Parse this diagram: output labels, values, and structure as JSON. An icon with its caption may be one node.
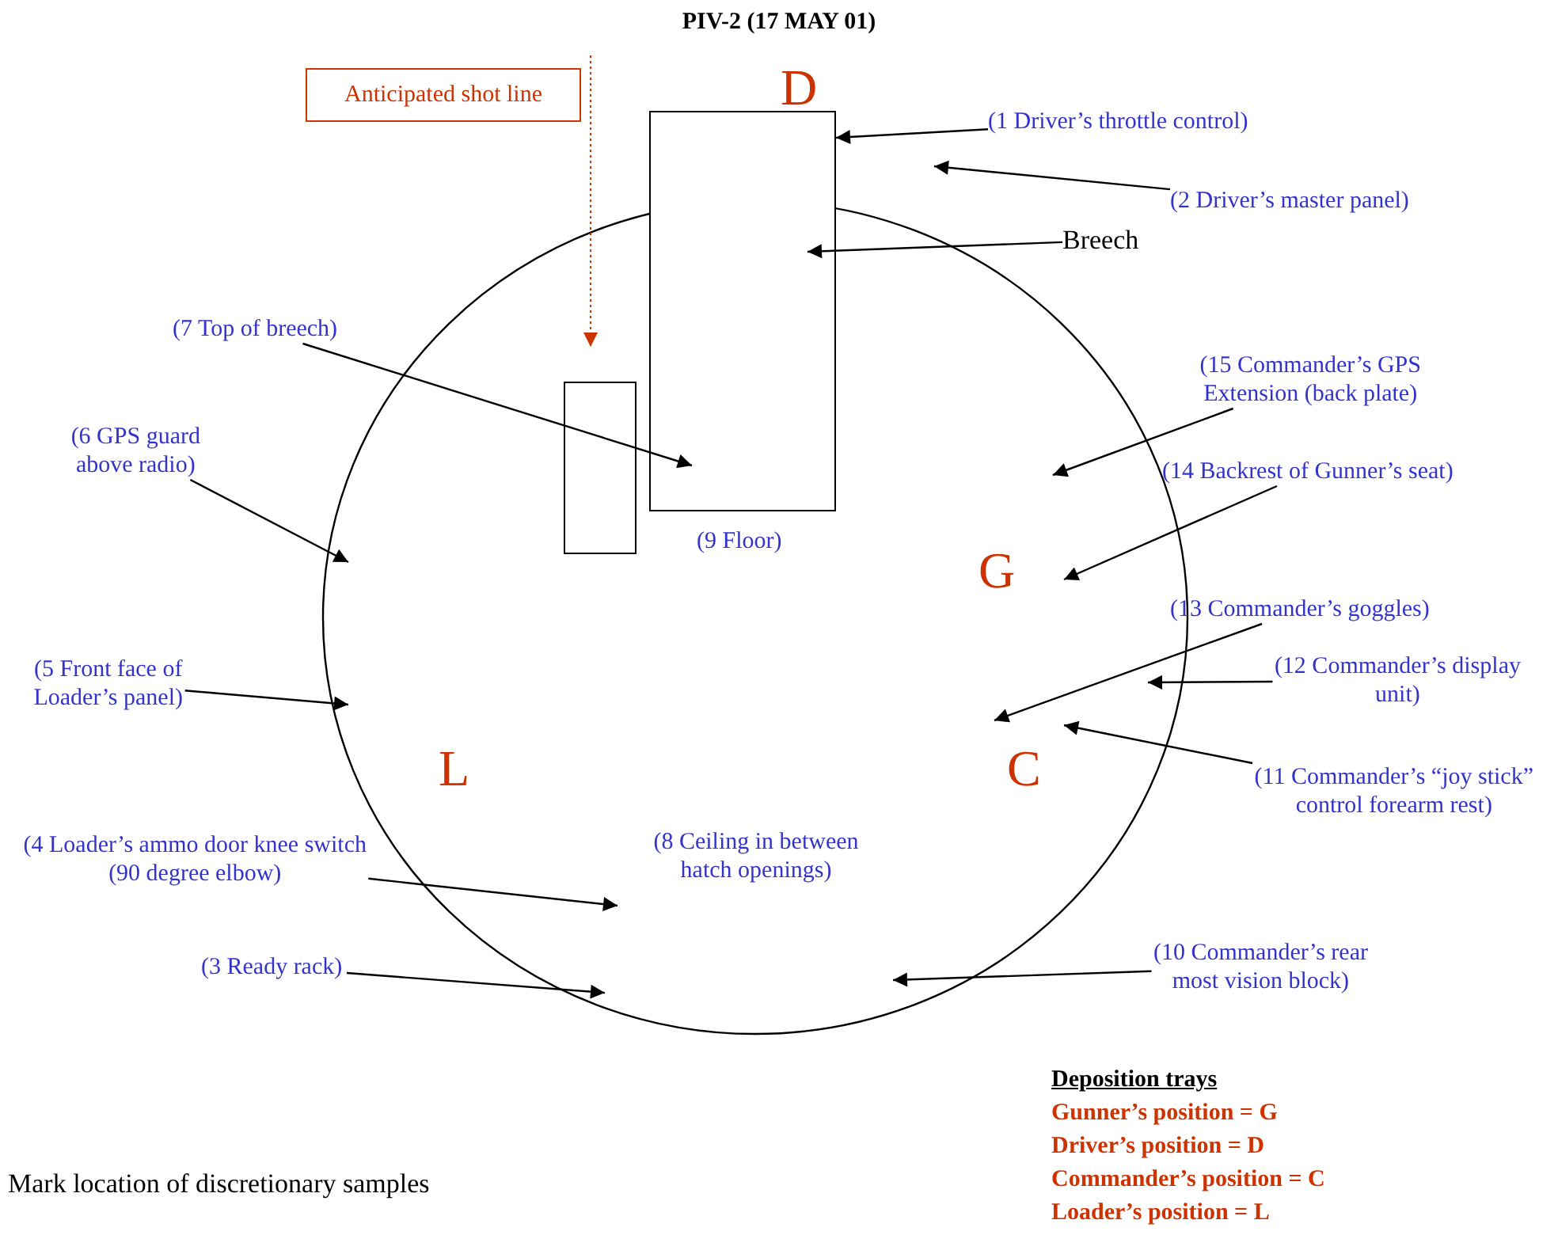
{
  "diagram": {
    "title": "PIV-2 (17 MAY 01)",
    "nodes": [
      {
        "text": [
          "Anticipated shot line"
        ]
      },
      {
        "text": [],
        "shape": "circle"
      },
      {
        "text": [],
        "shape": "box",
        "in": 1
      },
      {
        "text": [],
        "shape": "box"
      },
      {
        "text": [
          "(1 Driver’s throttle control)"
        ]
      },
      {
        "text": [
          "(2 Driver’s master panel)"
        ]
      },
      {
        "text": [
          "Breech"
        ]
      },
      {
        "text": [
          "(7 Top of breech)"
        ]
      },
      {
        "text": [
          "(15 Commander’s GPS Extension (back plate)"
        ]
      },
      {
        "text": [
          "(6 GPS guard above radio)"
        ]
      },
      {
        "text": [
          "(14 Backrest of Gunner’s seat)"
        ]
      },
      {
        "text": [
          "(13 Commander’s goggles)"
        ]
      },
      {
        "text": [
          "(5 Front face of Loader’s panel)"
        ]
      },
      {
        "text": [
          "(12 Commander’s display unit)"
        ]
      },
      {
        "text": [
          "(11 Commander’s “joy stick” control forearm rest)"
        ]
      },
      {
        "text": [
          "(4 Loader’s ammo door knee switch (90 degree elbow)"
        ]
      },
      {
        "text": [
          "(3 Ready rack)"
        ]
      },
      {
        "text": [
          "(10 Commander’s rear most vision block)"
        ]
      }
    ],
    "edges": [
      {
        "from": 4,
        "to": 3,
        "arrow": "to"
      },
      {
        "from": 5,
        "to": null,
        "arrow": "to"
      },
      {
        "from": 6,
        "to": 3,
        "arrow": "to"
      },
      {
        "from": 7,
        "to": 3,
        "arrow": "to"
      },
      {
        "from": 8,
        "to": 1,
        "arrow": "to"
      },
      {
        "from": 9,
        "to": 1,
        "arrow": "to"
      },
      {
        "from": 10,
        "to": 1,
        "arrow": "to"
      },
      {
        "from": 11,
        "to": 1,
        "arrow": "to"
      },
      {
        "from": 12,
        "to": 1,
        "arrow": "to"
      },
      {
        "from": 13,
        "to": 1,
        "arrow": "to"
      },
      {
        "from": 14,
        "to": 1,
        "arrow": "to"
      },
      {
        "from": 15,
        "to": 1,
        "arrow": "to"
      },
      {
        "from": 16,
        "to": 1,
        "arrow": "to"
      },
      {
        "from": 17,
        "to": 1,
        "arrow": "to"
      }
    ],
    "labels": [
      "D",
      "(9 Floor)",
      "G",
      "L",
      "C",
      "(8 Ceiling in between hatch openings)",
      "Deposition trays",
      "Gunner’s position = G",
      "Driver’s position = D",
      "Commander’s position = C",
      "Loader’s position = L",
      "Mark location of discretionary samples"
    ]
  }
}
